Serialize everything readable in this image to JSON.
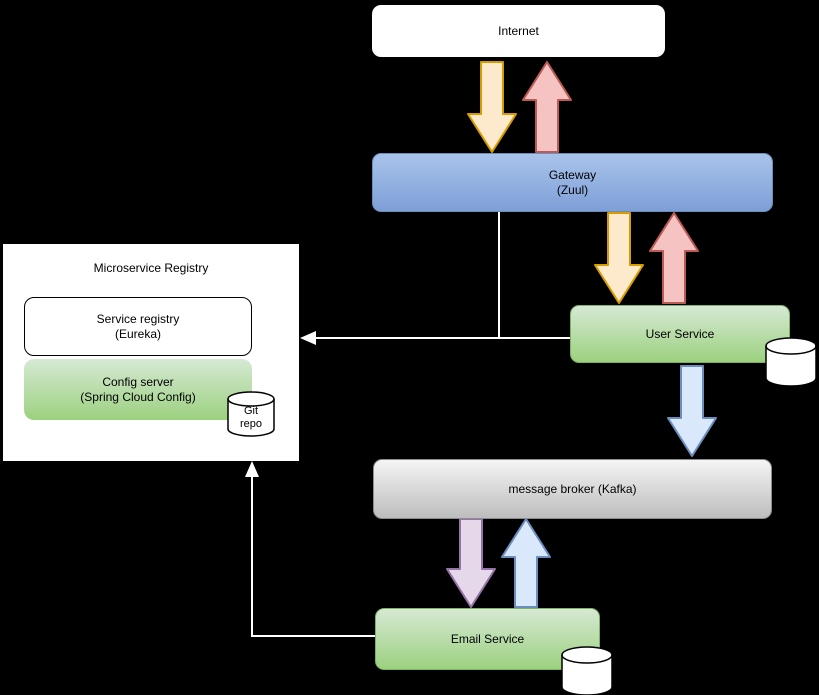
{
  "diagram": {
    "nodes": {
      "internet": {
        "label": "Internet"
      },
      "gateway": {
        "line1": "Gateway",
        "line2": "(Zuul)"
      },
      "registry": {
        "title": "Microservice Registry"
      },
      "service_registry": {
        "line1": "Service registry",
        "line2": "(Eureka)"
      },
      "config_server": {
        "line1": "Config server",
        "line2": "(Spring Cloud Config)"
      },
      "git_repo": {
        "line1": "Git",
        "line2": "repo"
      },
      "user_service": {
        "label": "User Service"
      },
      "message_broker": {
        "label": "message broker (Kafka)"
      },
      "email_service": {
        "label": "Email Service"
      }
    },
    "icons": {
      "user_service_database": "database-cylinder",
      "email_service_database": "database-cylinder",
      "git_repo_database": "database-cylinder"
    },
    "colors": {
      "background": "#000000",
      "blue_node_top": "#a9c4eb",
      "blue_node_bottom": "#7e9fd7",
      "blue_node_border": "#6d8eba",
      "green_node_top": "#d6e9d4",
      "green_node_bottom": "#9cd17f",
      "green_node_border": "#7fb262",
      "gray_node_top": "#f4f4f4",
      "gray_node_bottom": "#bdbdbd",
      "gray_node_border": "#8c8c8c",
      "arrow_orange_fill": "#fdeacc",
      "arrow_orange_stroke": "#d79b00",
      "arrow_pink_fill": "#f5c3c1",
      "arrow_pink_stroke": "#bd5a55",
      "arrow_blue_fill": "#dae8fc",
      "arrow_blue_stroke": "#6c8ebf",
      "arrow_purple_fill": "#e5d8eb",
      "arrow_purple_stroke": "#9673a6",
      "connector": "#ffffff"
    }
  }
}
